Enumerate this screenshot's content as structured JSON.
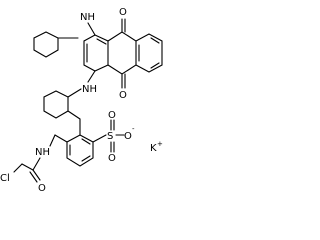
{
  "structure": {
    "atoms": {
      "nh_top": "NH",
      "o_top": "O",
      "nh_mid": "NH",
      "o_mid": "O",
      "s": "S",
      "o_s_up": "O",
      "o_s_down": "O",
      "o_minus": "O",
      "minus_sign": "-",
      "k": "K",
      "plus_sign": "+",
      "nh_amide": "NH",
      "cl": "Cl",
      "o_amide": "O"
    }
  }
}
